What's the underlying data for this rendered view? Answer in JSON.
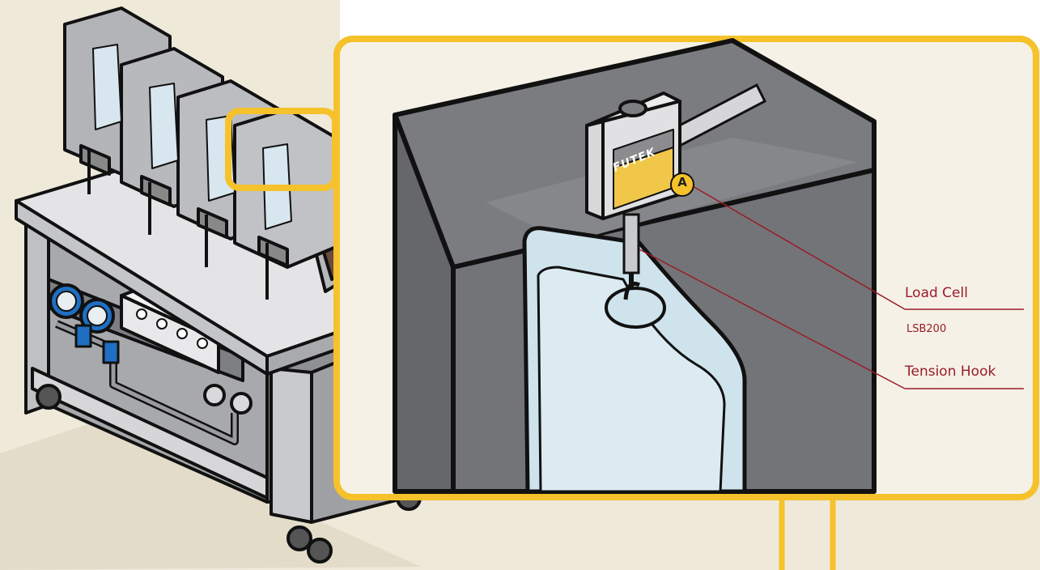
{
  "callouts": {
    "marker": "A",
    "load_cell_label": "Load Cell",
    "load_cell_model": "LSB200",
    "tension_hook_label": "Tension Hook"
  },
  "device": {
    "brand": "FUTEK"
  },
  "colors": {
    "highlight": "#f5c22b",
    "callout_line": "#9b1b2a",
    "floor": "#ece7d8",
    "panel_bg": "#f5f1e6",
    "metal_dark": "#6e6f73",
    "metal_light": "#d9d9db",
    "bag": "#bcd6e4",
    "gauge_blue": "#1f6fc2"
  }
}
